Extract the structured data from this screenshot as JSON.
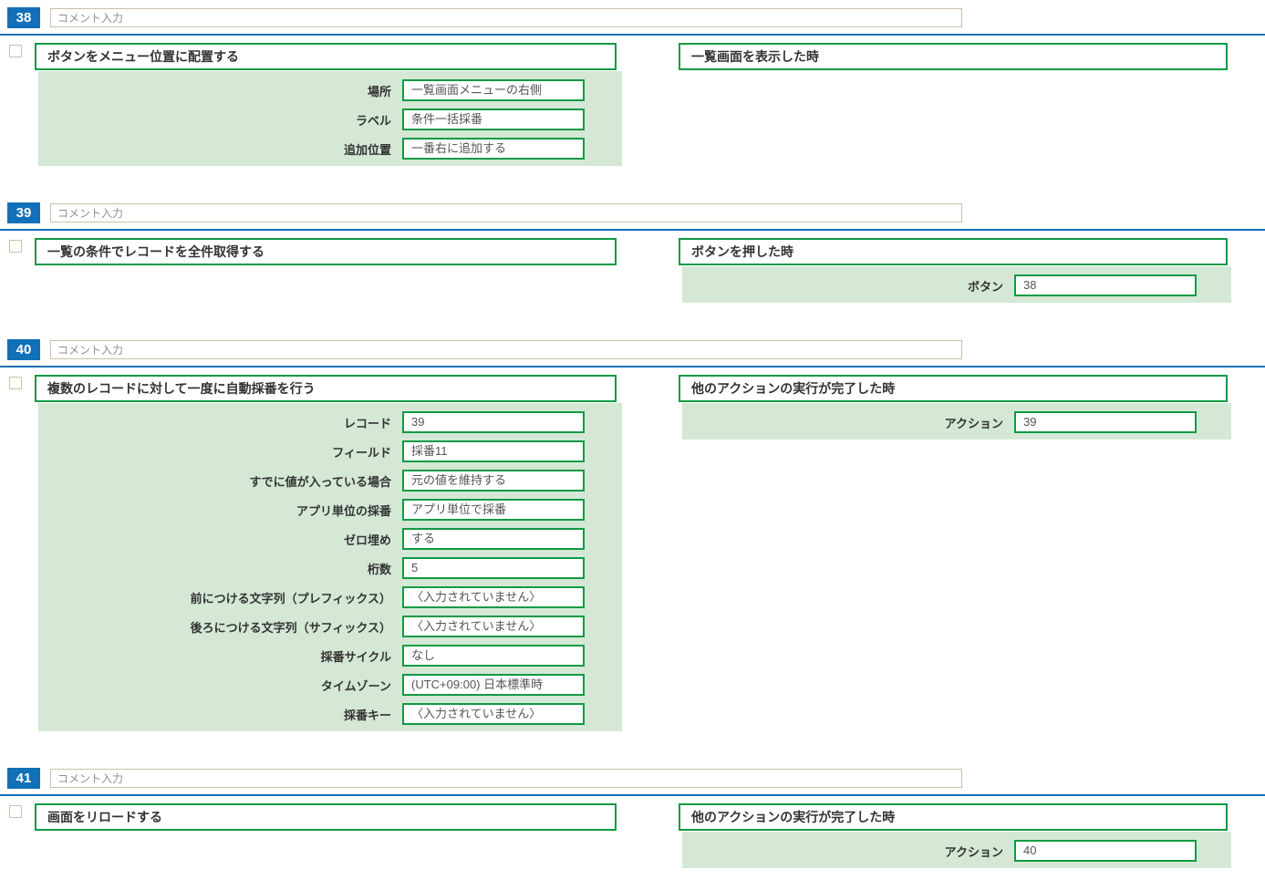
{
  "comment_placeholder": "コメント入力",
  "colors": {
    "accent_blue": "#1170b8",
    "accent_green": "#0f9a44",
    "panel_green": "#d4e8d5",
    "input_border_tan": "#cbbfa9"
  },
  "sections": [
    {
      "number": "38",
      "comment_value": "",
      "checkbox_checked": false,
      "action": {
        "title": "ボタンをメニュー位置に配置する",
        "fields": [
          {
            "label": "場所",
            "value": "一覧画面メニューの右側"
          },
          {
            "label": "ラベル",
            "value": "条件一括採番"
          },
          {
            "label": "追加位置",
            "value": "一番右に追加する"
          }
        ]
      },
      "trigger": {
        "title": "一覧画面を表示した時",
        "fields": []
      }
    },
    {
      "number": "39",
      "comment_value": "",
      "checkbox_checked": false,
      "action": {
        "title": "一覧の条件でレコードを全件取得する",
        "fields": []
      },
      "trigger": {
        "title": "ボタンを押した時",
        "fields": [
          {
            "label": "ボタン",
            "value": "38"
          }
        ]
      }
    },
    {
      "number": "40",
      "comment_value": "",
      "checkbox_checked": false,
      "action": {
        "title": "複数のレコードに対して一度に自動採番を行う",
        "fields": [
          {
            "label": "レコード",
            "value": "39"
          },
          {
            "label": "フィールド",
            "value": "採番11"
          },
          {
            "label": "すでに値が入っている場合",
            "value": "元の値を維持する"
          },
          {
            "label": "アプリ単位の採番",
            "value": "アプリ単位で採番"
          },
          {
            "label": "ゼロ埋め",
            "value": "する"
          },
          {
            "label": "桁数",
            "value": "5"
          },
          {
            "label": "前につける文字列（プレフィックス）",
            "value": "〈入力されていません〉"
          },
          {
            "label": "後ろにつける文字列（サフィックス）",
            "value": "〈入力されていません〉"
          },
          {
            "label": "採番サイクル",
            "value": "なし"
          },
          {
            "label": "タイムゾーン",
            "value": "(UTC+09:00) 日本標準時"
          },
          {
            "label": "採番キー",
            "value": "〈入力されていません〉"
          }
        ]
      },
      "trigger": {
        "title": "他のアクションの実行が完了した時",
        "fields": [
          {
            "label": "アクション",
            "value": "39"
          }
        ]
      }
    },
    {
      "number": "41",
      "comment_value": "",
      "checkbox_checked": false,
      "action": {
        "title": "画面をリロードする",
        "fields": []
      },
      "trigger": {
        "title": "他のアクションの実行が完了した時",
        "fields": [
          {
            "label": "アクション",
            "value": "40"
          }
        ]
      }
    }
  ]
}
